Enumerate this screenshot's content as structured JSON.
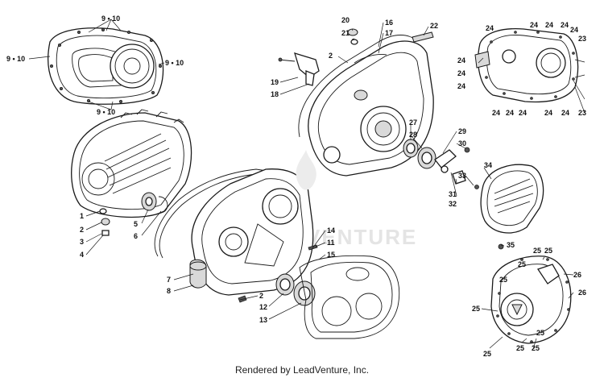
{
  "watermark": "VENTURE",
  "footer": "Rendered by LeadVenture, Inc.",
  "callouts": {
    "c1": "1",
    "c2": "2",
    "c3": "3",
    "c4": "4",
    "c5": "5",
    "c6": "6",
    "c7": "7",
    "c8": "8",
    "c910a": "9 • 10",
    "c910b": "9 • 10",
    "c910c": "9 • 10",
    "c910d": "9 • 10",
    "c11": "11",
    "c12": "12",
    "c13": "13",
    "c14": "14",
    "c15": "15",
    "c16": "16",
    "c17": "17",
    "c18": "18",
    "c19": "19",
    "c20": "20",
    "c21": "21",
    "c22": "22",
    "c23": "23",
    "c24": "24",
    "c25": "25",
    "c26": "26",
    "c27": "27",
    "c28": "28",
    "c29": "29",
    "c30": "30",
    "c31": "31",
    "c32": "32",
    "c33": "33",
    "c34": "34",
    "c35": "35",
    "c2b": "2",
    "c2c": "2"
  }
}
